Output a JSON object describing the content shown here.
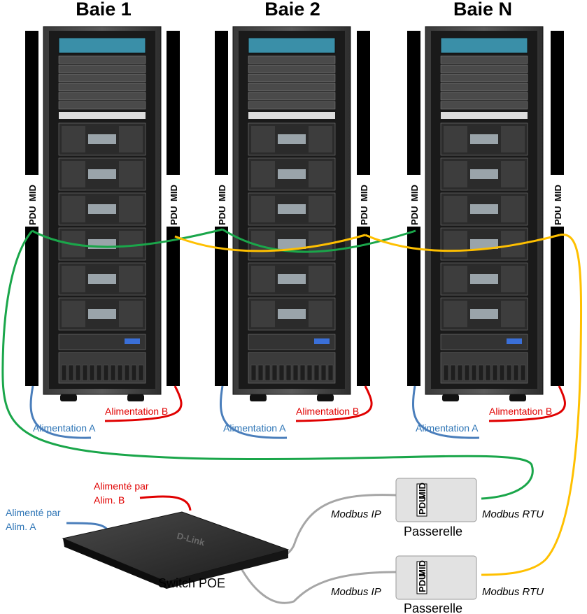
{
  "racks": [
    {
      "title": "Baie 1",
      "pdu_left": {
        "a": "PDU",
        "b": "MID"
      },
      "pdu_right": {
        "a": "PDU",
        "b": "MID"
      },
      "feed_a": "Alimentation A",
      "feed_b": "Alimentation B"
    },
    {
      "title": "Baie 2",
      "pdu_left": {
        "a": "PDU",
        "b": "MID"
      },
      "pdu_right": {
        "a": "PDU",
        "b": "MID"
      },
      "feed_a": "Alimentation A",
      "feed_b": "Alimentation B"
    },
    {
      "title": "Baie N",
      "pdu_left": {
        "a": "PDU",
        "b": "MID"
      },
      "pdu_right": {
        "a": "PDU",
        "b": "MID"
      },
      "feed_a": "Alimentation A",
      "feed_b": "Alimentation B"
    }
  ],
  "switch": {
    "label": "Switch POE",
    "brand": "D-Link",
    "powered_a_line1": "Alimenté par",
    "powered_a_line2": "Alim. A",
    "powered_b_line1": "Alimenté par",
    "powered_b_line2": "Alim. B"
  },
  "gateways": [
    {
      "label": "Passerelle",
      "left_label": "Modbus  IP",
      "right_label": "Modbus  RTU",
      "device_mark_a": "PDU",
      "device_mark_b": "MID"
    },
    {
      "label": "Passerelle",
      "left_label": "Modbus  IP",
      "right_label": "Modbus  RTU",
      "device_mark_a": "PDU",
      "device_mark_b": "MID"
    }
  ],
  "colors": {
    "green_bus": "#1aa64a",
    "yellow_bus": "#ffc000",
    "feed_a": "#4a7ebb",
    "feed_b": "#e00000",
    "ethernet": "#a6a6a6"
  }
}
